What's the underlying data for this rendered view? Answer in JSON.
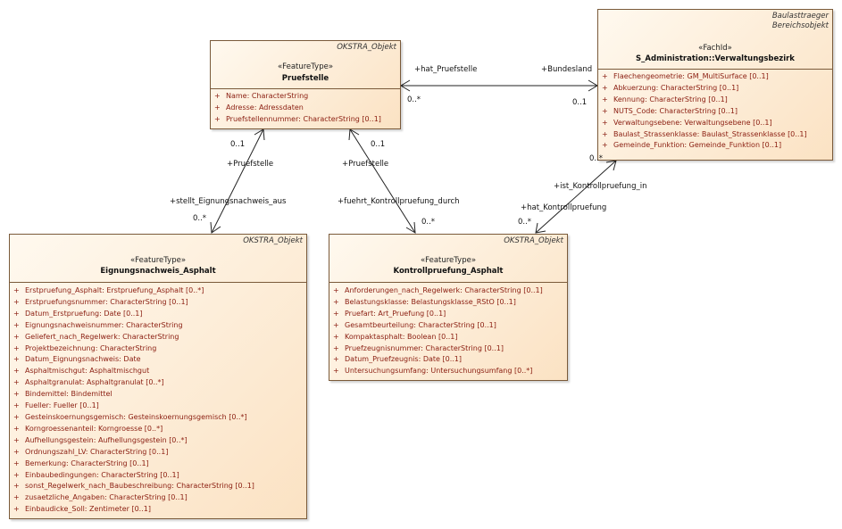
{
  "classes": {
    "pruefstelle": {
      "tag": "OKSTRA_Objekt",
      "stereotype": "«FeatureType»",
      "name": "Pruefstelle",
      "attributes": [
        "Name: CharacterString",
        "Adresse: Adressdaten",
        "Pruefstellennummer: CharacterString [0..1]"
      ]
    },
    "verwaltungsbezirk": {
      "tag_line1": "Baulasttraeger",
      "tag_line2": "Bereichsobjekt",
      "stereotype": "«FachId»",
      "name": "S_Administration::Verwaltungsbezirk",
      "attributes": [
        "Flaechengeometrie: GM_MultiSurface [0..1]",
        "Abkuerzung: CharacterString [0..1]",
        "Kennung: CharacterString [0..1]",
        "NUTS_Code: CharacterString [0..1]",
        "Verwaltungsebene: Verwaltungsebene [0..1]",
        "Baulast_Strassenklasse: Baulast_Strassenklasse [0..1]",
        "Gemeinde_Funktion: Gemeinde_Funktion [0..1]"
      ]
    },
    "eignungsnachweis": {
      "tag": "OKSTRA_Objekt",
      "stereotype": "«FeatureType»",
      "name": "Eignungsnachweis_Asphalt",
      "attributes": [
        "Erstpruefung_Asphalt: Erstpruefung_Asphalt [0..*]",
        "Erstpruefungsnummer: CharacterString [0..1]",
        "Datum_Erstpruefung: Date [0..1]",
        "Eignungsnachweisnummer: CharacterString",
        "Geliefert_nach_Regelwerk: CharacterString",
        "Projektbezeichnung: CharacterString",
        "Datum_Eignungsnachweis: Date",
        "Asphaltmischgut: Asphaltmischgut",
        "Asphaltgranulat: Asphaltgranulat [0..*]",
        "Bindemittel: Bindemittel",
        "Fueller: Fueller [0..1]",
        "Gesteinskoernungsgemisch: Gesteinskoernungsgemisch [0..*]",
        "Korngroessenanteil: Korngroesse [0..*]",
        "Aufhellungsgestein: Aufhellungsgestein [0..*]",
        "Ordnungszahl_LV: CharacterString [0..1]",
        "Bemerkung: CharacterString [0..1]",
        "Einbaubedingungen: CharacterString [0..1]",
        "sonst_Regelwerk_nach_Baubeschreibung: CharacterString [0..1]",
        "zusaetzliche_Angaben: CharacterString [0..1]",
        "Einbaudicke_Soll: Zentimeter [0..1]"
      ]
    },
    "kontrollpruefung": {
      "tag": "OKSTRA_Objekt",
      "stereotype": "«FeatureType»",
      "name": "Kontrollpruefung_Asphalt",
      "attributes": [
        "Anforderungen_nach_Regelwerk: CharacterString [0..1]",
        "Belastungsklasse: Belastungsklasse_RStO [0..1]",
        "Pruefart: Art_Pruefung [0..1]",
        "Gesamtbeurteilung: CharacterString [0..1]",
        "Kompaktasphalt: Boolean [0..1]",
        "Pruefzeugnisnummer: CharacterString [0..1]",
        "Datum_Pruefzeugnis: Date [0..1]",
        "Untersuchungsumfang: Untersuchungsumfang [0..*]"
      ]
    }
  },
  "attribute_marker": "+",
  "associations": {
    "pruef_verw": {
      "role_source": "+hat_Pruefstelle",
      "role_target": "+Bundesland",
      "mult_source": "0..*",
      "mult_target": "0..1"
    },
    "pruef_eign": {
      "role_source": "+Pruefstelle",
      "role_target": "+stellt_Eignungsnachweis_aus",
      "mult_source": "0..1",
      "mult_target": "0..*"
    },
    "pruef_kontroll": {
      "role_source": "+Pruefstelle",
      "role_target": "+fuehrt_Kontrollpruefung_durch",
      "mult_source": "0..1",
      "mult_target": "0..*"
    },
    "verw_kontroll": {
      "role_source": "+ist_Kontrollpruefung_in",
      "role_target": "+hat_Kontrollpruefung",
      "mult_source": "0..*",
      "mult_target": "0..*"
    }
  },
  "colors": {
    "class_fill_light": "#fff9ef",
    "class_fill_dark": "#fbe2c3",
    "class_border": "#7a5a3a",
    "attribute_text": "#8a1d10",
    "line": "#222222"
  }
}
